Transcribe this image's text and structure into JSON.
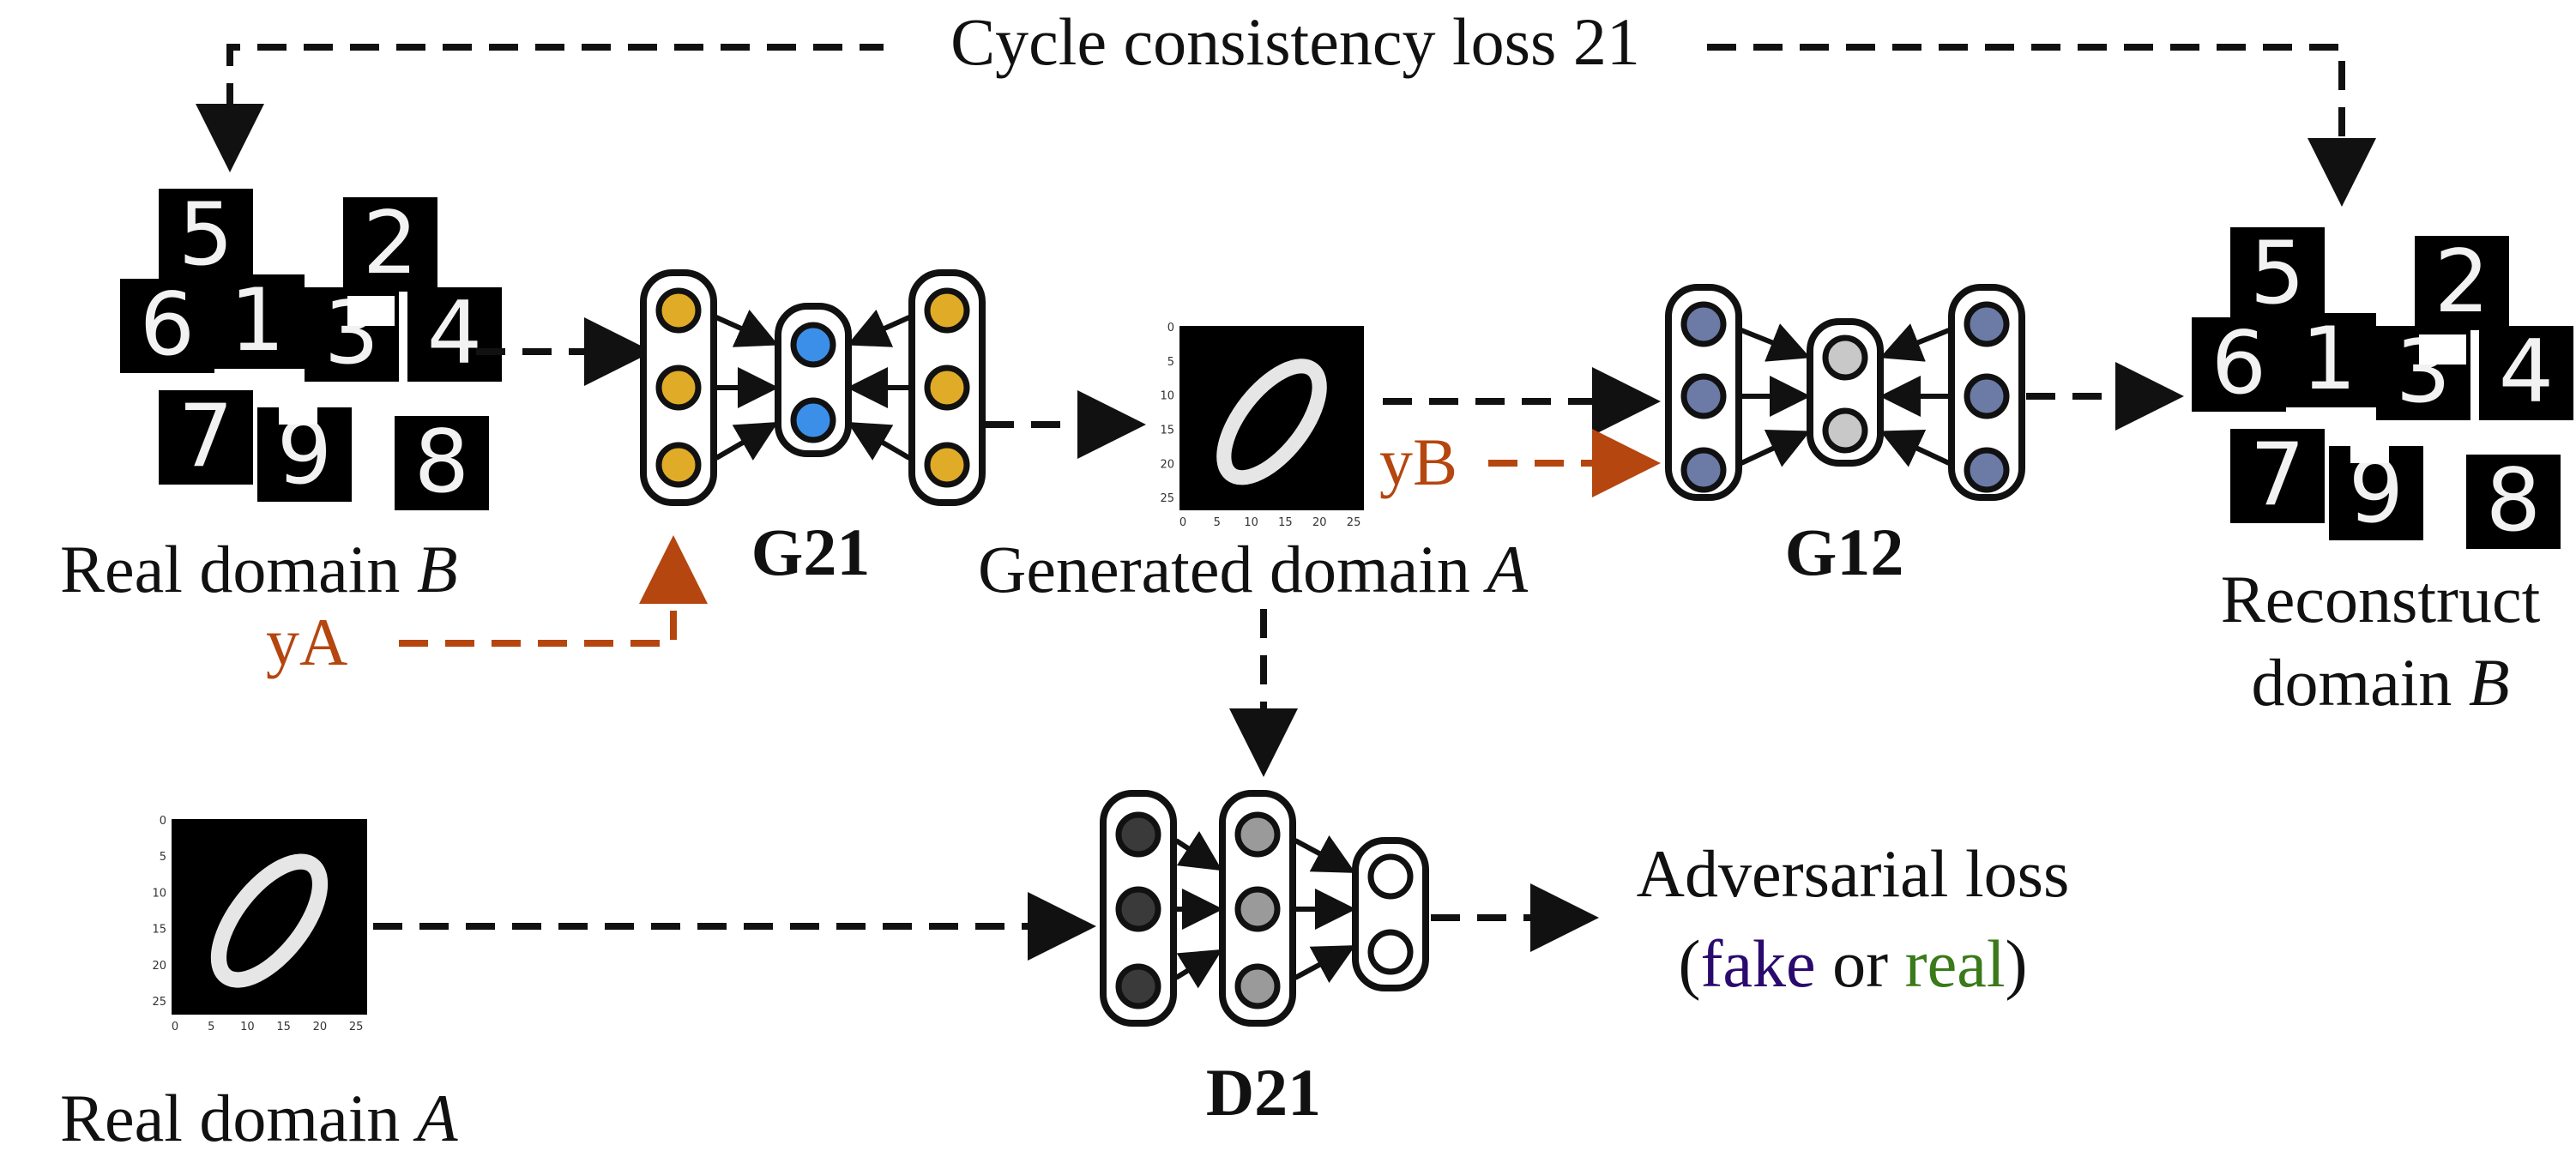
{
  "title": "Cycle consistency loss 21",
  "labels": {
    "real_b_prefix": "Real domain ",
    "real_b_var": "B",
    "generated_prefix": "Generated  domain ",
    "generated_var": "A",
    "reconstruct_line1": "Reconstruct",
    "reconstruct_line2_prefix": "domain ",
    "reconstruct_line2_var": "B",
    "real_a_prefix": "Real domain ",
    "real_a_var": "A",
    "ya": "yA",
    "yb": "yB",
    "adversarial_line1": "Adversarial loss",
    "adv_open": "(",
    "adv_fake": "fake",
    "adv_or": " or ",
    "adv_real": "real",
    "adv_close": ")"
  },
  "networks": {
    "g21": "G21",
    "g12": "G12",
    "d21": "D21"
  },
  "digits": {
    "domain_b_row1": [
      "5",
      "2"
    ],
    "domain_b_row2": [
      "6",
      "1",
      "3",
      "4"
    ],
    "domain_b_row3": [
      "7",
      "9",
      "8"
    ],
    "domain_a_digit": "0"
  },
  "axis_ticks": {
    "x": [
      "0",
      "5",
      "10",
      "15",
      "20",
      "25"
    ],
    "y": [
      "0",
      "5",
      "10",
      "15",
      "20",
      "25"
    ]
  },
  "colors": {
    "arrow_black": "#111111",
    "arrow_orange": "#b5460f",
    "g21_outer_nodes": "#e0ab27",
    "g21_inner_nodes": "#3b8fe8",
    "g12_outer_nodes": "#6b7ba6",
    "g12_inner_nodes": "#c8c8c8",
    "d21_first_nodes": "#3a3a3a",
    "d21_second_nodes": "#9a9a9a",
    "d21_output_nodes": "#ffffff",
    "fake_text": "#2b0a6e",
    "real_text": "#3a7a1a",
    "orange_text": "#b5460f"
  }
}
